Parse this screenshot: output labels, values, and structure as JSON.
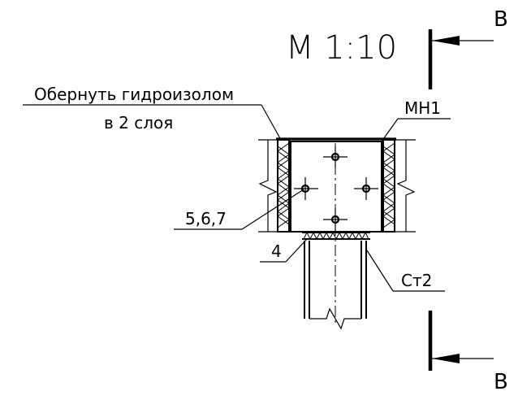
{
  "scale_label": "М 1:10",
  "section_marks": {
    "top": "В",
    "bottom": "В"
  },
  "callouts": {
    "wrap_line1": "Обернуть гидроизолом",
    "wrap_line2": "в 2 слоя",
    "plate": "МН1",
    "bolts": "5,6,7",
    "weld": "4",
    "column": "Ст2"
  },
  "colors": {
    "ink": "#000000",
    "background": "#ffffff"
  }
}
